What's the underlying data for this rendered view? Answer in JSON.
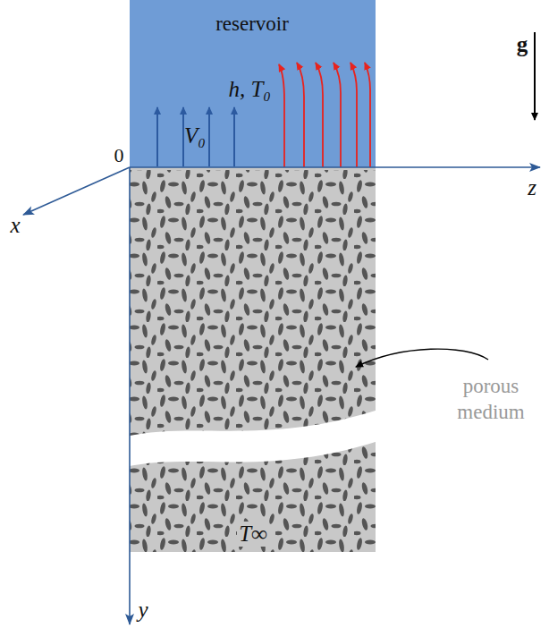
{
  "diagram": {
    "nodes": [
      {
        "text": [
          "reservoir",
          "V₀",
          "h, T₀"
        ]
      },
      {
        "text": [
          "T∞"
        ]
      }
    ],
    "labels": [
      "porous medium",
      "0",
      "z",
      "x",
      "y",
      "g"
    ]
  }
}
